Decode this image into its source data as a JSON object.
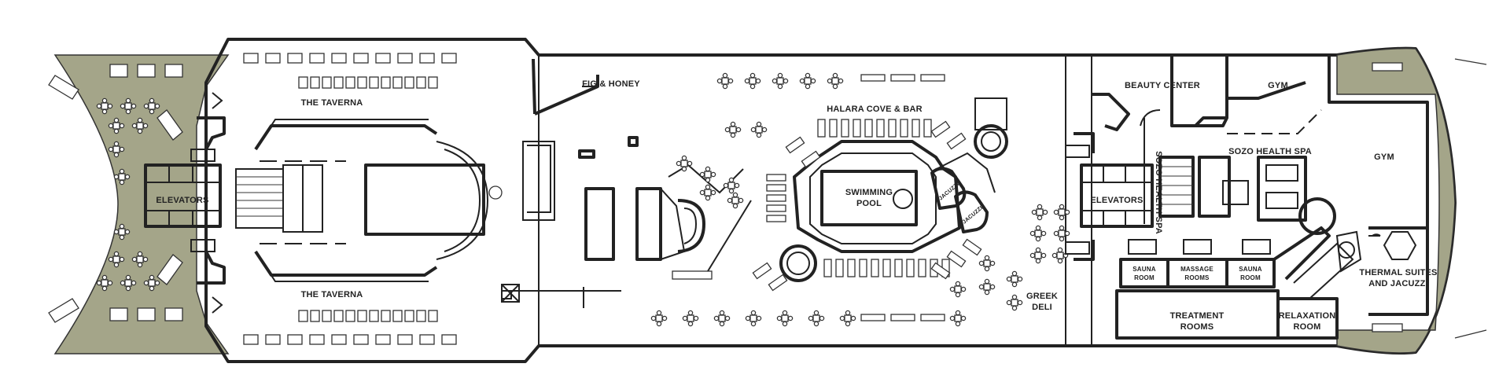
{
  "colors": {
    "wall": "#222222",
    "deck_wood": "#a4a589",
    "background": "#ffffff"
  },
  "labels": {
    "taverna_top": "THE TAVERNA",
    "taverna_bottom": "THE TAVERNA",
    "elevators_fwd": "ELEVATORS",
    "fig_honey": "FIG & HONEY",
    "halara": "HALARA COVE & BAR",
    "swimming_pool": [
      "SWIMMING",
      "POOL"
    ],
    "jacuzzi_1": "JACUZZI",
    "jacuzzi_2": "JACUZZI",
    "greek_deli": [
      "GREEK",
      "DELI"
    ],
    "elevators_aft": "ELEVATORS",
    "beauty_center": "BEAUTY CENTER",
    "gym_small": "GYM",
    "gym_large": "GYM",
    "sozo_vertical": "SOZO HEALTH SPA",
    "sozo_horizontal": "SOZO HEALTH SPA",
    "sauna_1": [
      "SAUNA",
      "ROOM"
    ],
    "massage": [
      "MASSAGE",
      "ROOMS"
    ],
    "sauna_2": [
      "SAUNA",
      "ROOM"
    ],
    "treatment": [
      "TREATMENT",
      "ROOMS"
    ],
    "relaxation": [
      "RELAXATION",
      "ROOM"
    ],
    "thermal": [
      "THERMAL SUITES",
      "AND JACUZZI"
    ]
  },
  "icons": [
    "stairs-icon",
    "table-icon",
    "lounger-icon",
    "elevator-icon",
    "jacuzzi-icon"
  ]
}
